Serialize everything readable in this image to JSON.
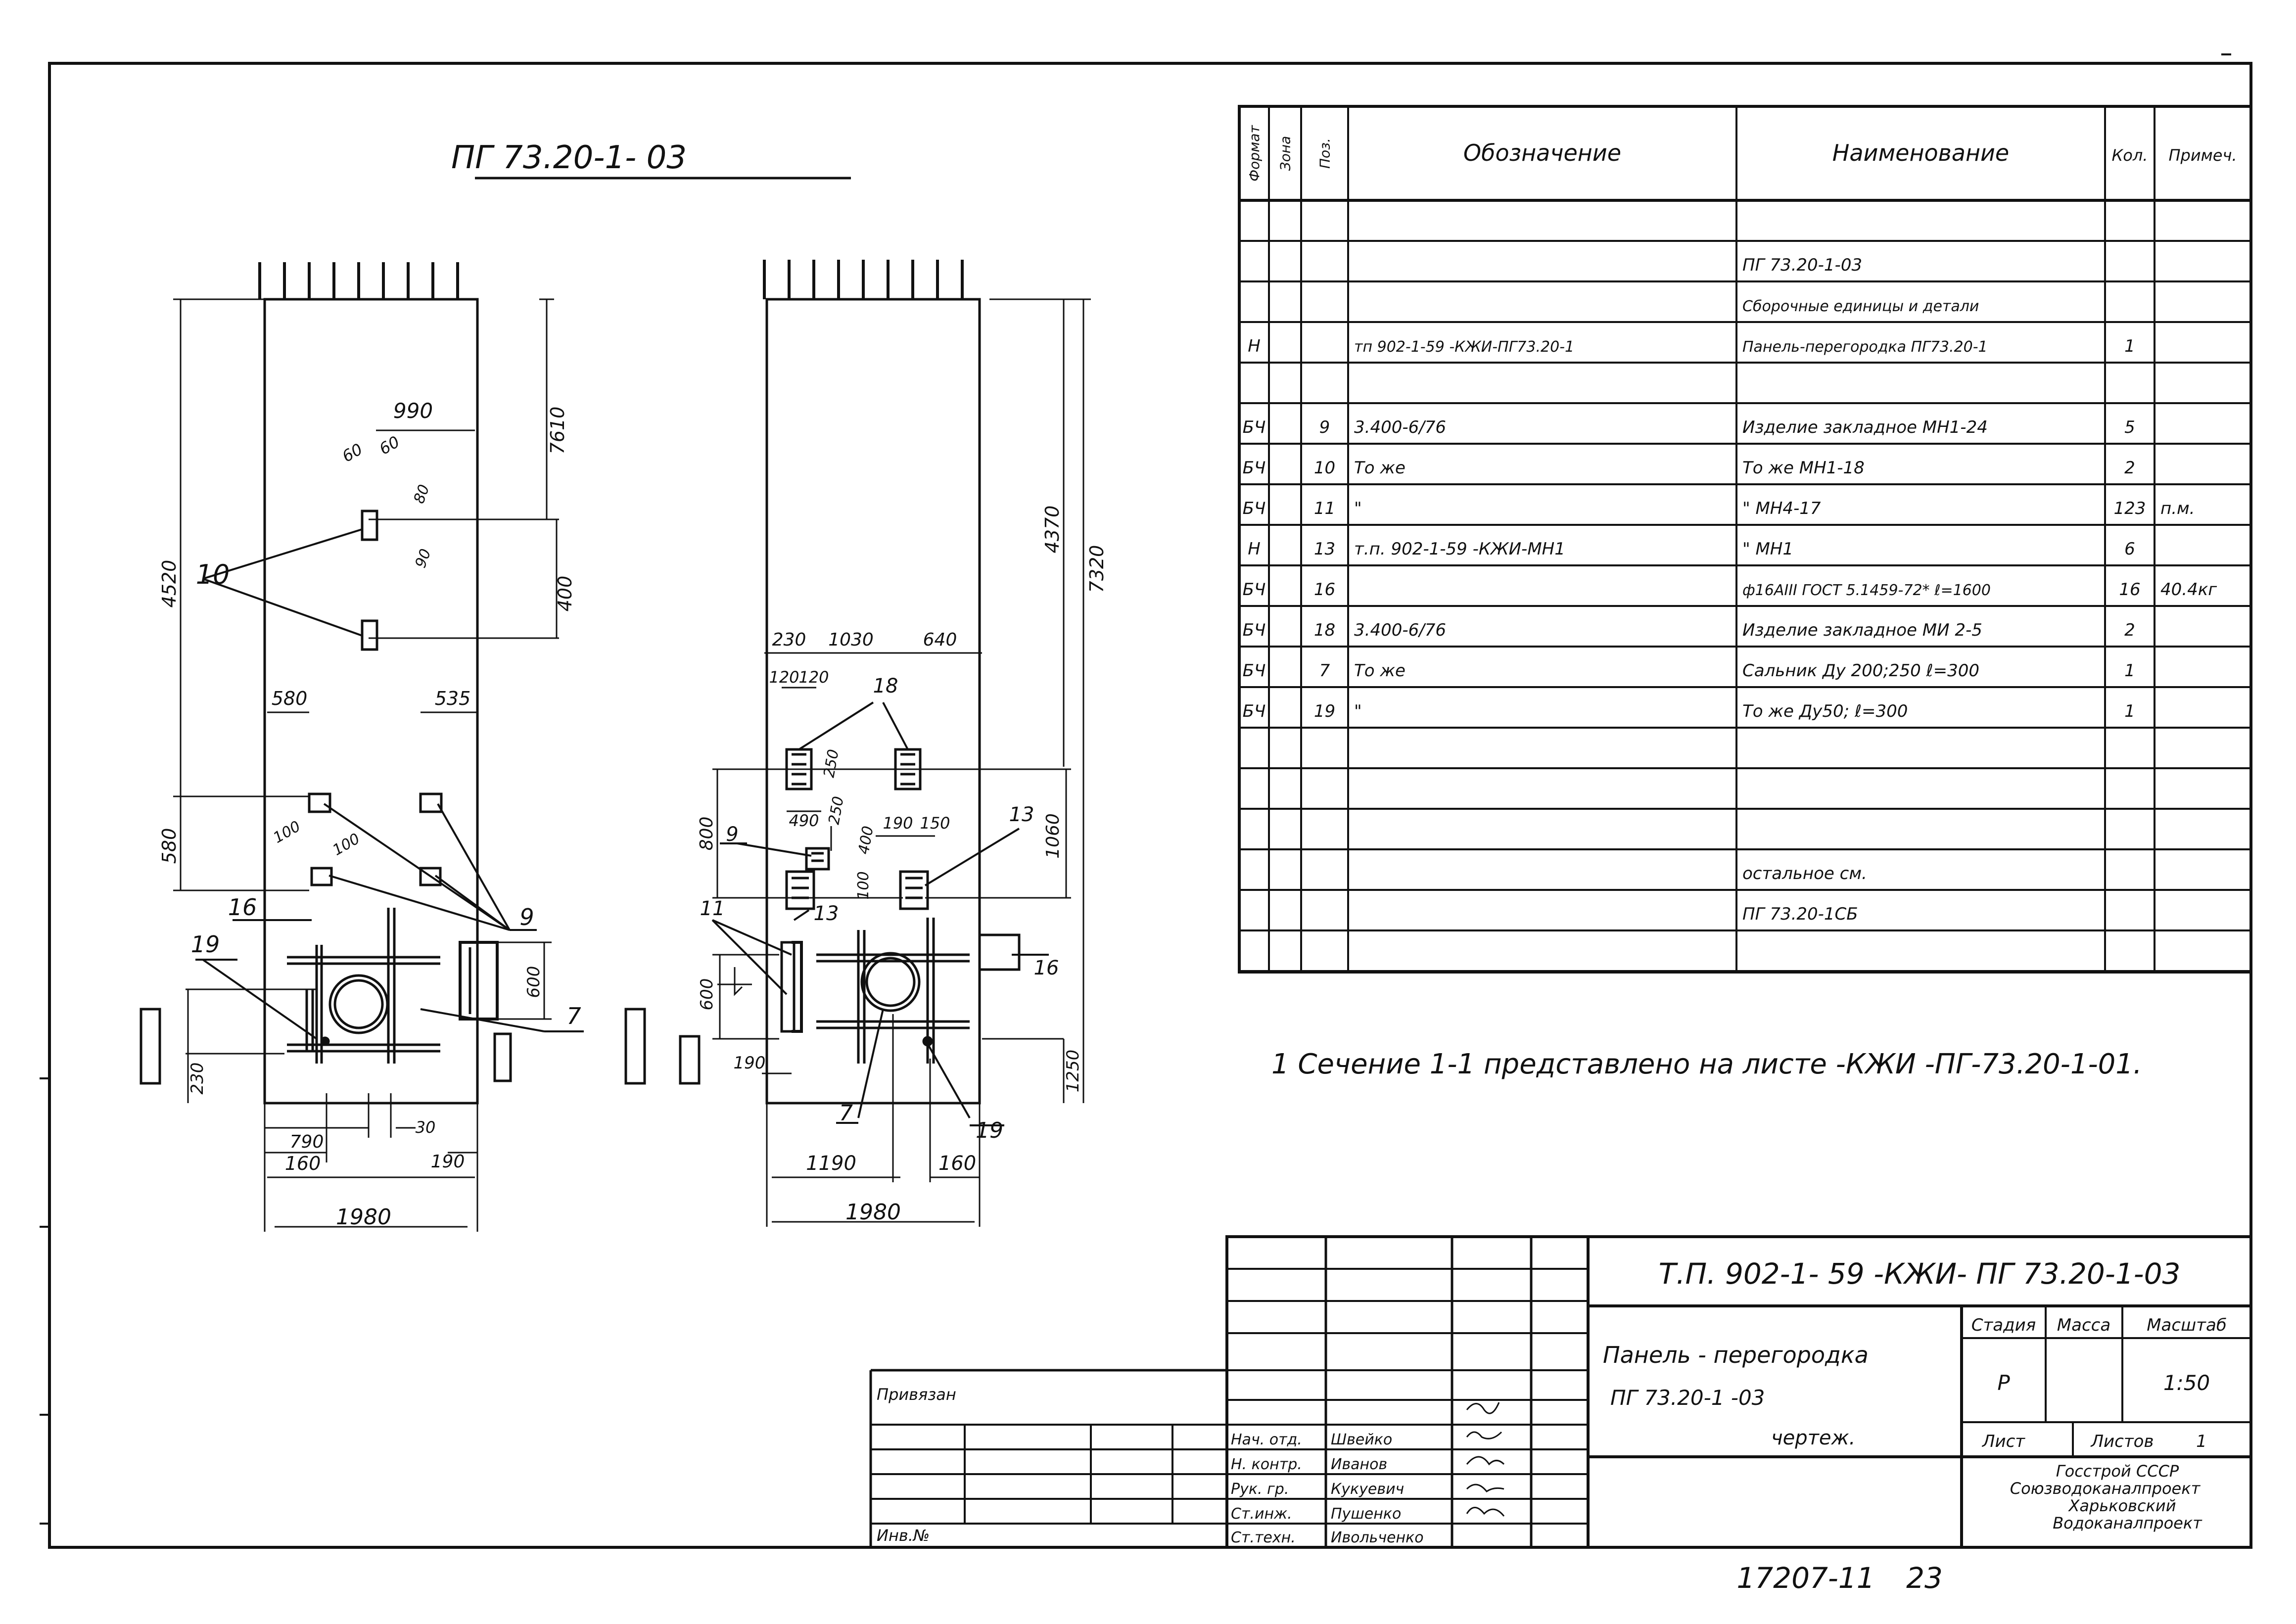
{
  "drawing": {
    "title": "ПГ 73.20-1- 03",
    "panel_a": {
      "dims": {
        "d990": "990",
        "d60a": "60",
        "d60b": "60",
        "d80": "80",
        "d90": "90",
        "d400": "400",
        "d7610": "7610",
        "d4520": "4520",
        "d580": "580",
        "d535": "535",
        "d100a": "100",
        "d100b": "100",
        "d580v": "580",
        "d600": "600",
        "d230": "230",
        "d790": "790",
        "d30": "30",
        "d160": "160",
        "d190": "190",
        "d1980": "1980"
      },
      "pos": {
        "p10": "10",
        "p16": "16",
        "p19": "19",
        "p9": "9",
        "p7": "7"
      }
    },
    "panel_b": {
      "dims": {
        "d230": "230",
        "d1030": "1030",
        "d640": "640",
        "d120a": "120",
        "d120b": "120",
        "d250": "250",
        "d4370": "4370",
        "d7320": "7320",
        "d800": "800",
        "d490": "490",
        "d250b": "250",
        "d400": "400",
        "d190a": "190",
        "d150": "150",
        "d1060": "1060",
        "d100": "100",
        "d600": "600",
        "d190b": "190",
        "d1250": "1250",
        "d1190": "1190",
        "d160": "160",
        "d1980": "1980"
      },
      "pos": {
        "p18": "18",
        "p9": "9",
        "p13a": "13",
        "p13b": "13",
        "p11": "11",
        "p16": "16",
        "p7": "7",
        "p19": "19"
      }
    },
    "note": "1 Сечение 1-1 представлено на листе -КЖИ -ПГ-73.20-1-01."
  },
  "spec": {
    "headers": [
      "Формат",
      "Зона",
      "Поз.",
      "Обозначение",
      "Наименование",
      "Кол.",
      "Примеч."
    ],
    "rows": [
      [
        "",
        "",
        "",
        "",
        "",
        "",
        ""
      ],
      [
        "",
        "",
        "",
        "",
        "ПГ 73.20-1-03",
        "",
        ""
      ],
      [
        "",
        "",
        "",
        "",
        "Сборочные единицы и детали",
        "",
        ""
      ],
      [
        "Н",
        "",
        "",
        "тп 902-1-59 -КЖИ-ПГ73.20-1",
        "Панель-перегородка ПГ73.20-1",
        "1",
        ""
      ],
      [
        "",
        "",
        "",
        "",
        "",
        "",
        ""
      ],
      [
        "БЧ",
        "",
        "9",
        "3.400-6/76",
        "Изделие закладное МН1-24",
        "5",
        ""
      ],
      [
        "БЧ",
        "",
        "10",
        "То же",
        "То же МН1-18",
        "2",
        ""
      ],
      [
        "БЧ",
        "",
        "11",
        "\"",
        "\" МН4-17",
        "123",
        "п.м."
      ],
      [
        "Н",
        "",
        "13",
        "т.п. 902-1-59 -КЖИ-МН1",
        "\" МН1",
        "6",
        ""
      ],
      [
        "БЧ",
        "",
        "16",
        "",
        "ф16АIII ГОСТ 5.1459-72* ℓ=1600",
        "16",
        "40.4кг"
      ],
      [
        "БЧ",
        "",
        "18",
        "3.400-6/76",
        "Изделие закладное МИ 2-5",
        "2",
        ""
      ],
      [
        "БЧ",
        "",
        "7",
        "То же",
        "Сальник Ду 200;250 ℓ=300",
        "1",
        ""
      ],
      [
        "БЧ",
        "",
        "19",
        "\"",
        "То же Ду50; ℓ=300",
        "1",
        ""
      ],
      [
        "",
        "",
        "",
        "",
        "",
        "",
        ""
      ],
      [
        "",
        "",
        "",
        "",
        "",
        "",
        ""
      ],
      [
        "",
        "",
        "",
        "",
        "",
        "",
        ""
      ],
      [
        "",
        "",
        "",
        "",
        "остальное см.",
        "",
        ""
      ],
      [
        "",
        "",
        "",
        "",
        "ПГ 73.20-1СБ",
        "",
        ""
      ],
      [
        "",
        "",
        "",
        "",
        "",
        "",
        ""
      ]
    ]
  },
  "stamp": {
    "code": "Т.П. 902-1- 59 -КЖИ- ПГ 73.20-1-03",
    "name1": "Панель - перегородка",
    "name2": "ПГ 73.20-1 -03",
    "name3": "чертеж.",
    "stage_h": "Стадия",
    "mass_h": "Масса",
    "scale_h": "Масштаб",
    "stage": "Р",
    "scale": "1:50",
    "sheet_h": "Лист",
    "sheets_h": "Листов",
    "sheets": "1",
    "org1": "Госстрой СССР",
    "org2": "Союзводоканалпроект",
    "org3": "Харьковский",
    "org4": "Водоканалпроект",
    "privyazan": "Привязан",
    "inv": "Инв.№",
    "people": [
      [
        "Нач. отд.",
        "Швейко"
      ],
      [
        "Н. контр.",
        "Иванов"
      ],
      [
        "Рук. гр.",
        "Кукуевич"
      ],
      [
        "Ст.инж.",
        "Пушенко"
      ],
      [
        "Ст.техн.",
        "Ивольченко"
      ]
    ]
  },
  "footer": {
    "code": "17207-11",
    "page": "23"
  }
}
